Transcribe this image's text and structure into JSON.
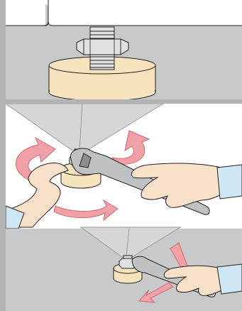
{
  "figure": {
    "panels": [
      {
        "name": "leveling-foot-detail",
        "description_hidden": ""
      },
      {
        "name": "adjust-foot-with-wrench"
      },
      {
        "name": "lock-nut-with-wrench"
      }
    ]
  },
  "colors": {
    "frame_gray": "#b3b3b3",
    "panel_bg_gray": "#c8c9ca",
    "white_panel": "#ffffff",
    "foot_pad": "#f6e2bc",
    "metal": "#dfe2e3",
    "skin": "#f9e0c8",
    "sleeve": "#cfe7f5",
    "arrow": "#f0a0a6",
    "cone": "#d4d6d7",
    "outline": "#231f20"
  }
}
